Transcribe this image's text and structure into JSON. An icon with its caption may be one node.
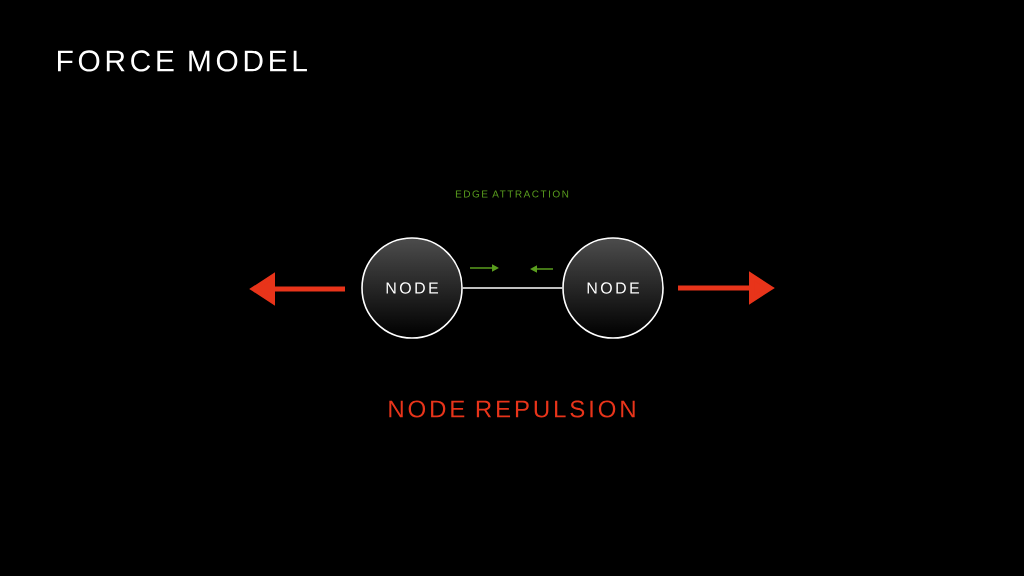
{
  "diagram": {
    "title": "FORCE MODEL",
    "nodes": [
      {
        "text": [
          "NODE"
        ]
      },
      {
        "text": [
          "NODE"
        ]
      }
    ],
    "edges": [
      {
        "from": 0,
        "to": 1,
        "arrow": "none"
      }
    ],
    "labels": [
      "EDGE ATTRACTION",
      "NODE REPULSION"
    ]
  }
}
